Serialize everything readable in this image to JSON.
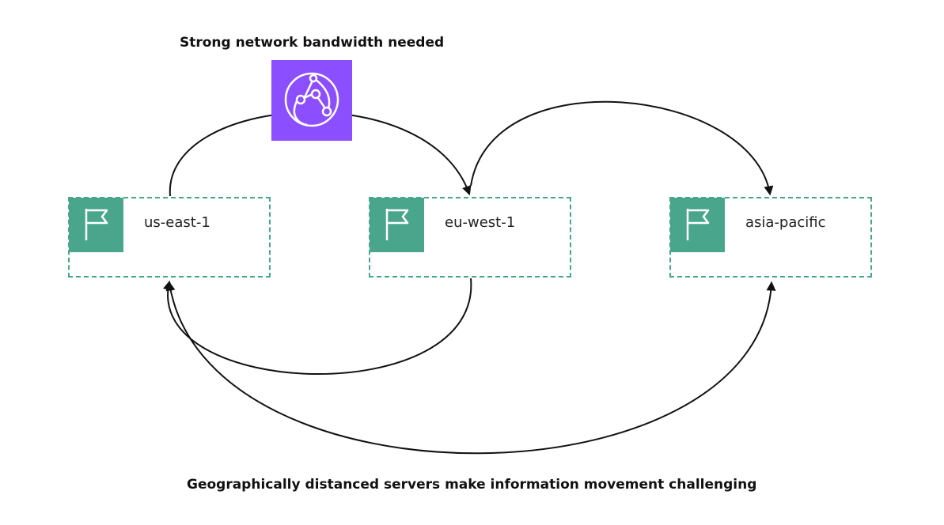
{
  "diagram": {
    "top_caption": "Strong network bandwidth needed",
    "bottom_caption": "Geographically distanced servers make information movement challenging",
    "network_icon": "globe-network-icon",
    "region_icon": "flag-icon",
    "regions": [
      {
        "label": "us-east-1"
      },
      {
        "label": "eu-west-1"
      },
      {
        "label": "asia-pacific"
      }
    ],
    "colors": {
      "region_accent": "#4aa58d",
      "network_tile": "#8c4fff",
      "connector": "#111111"
    },
    "connections": [
      {
        "from": "us-east-1",
        "via": "Strong network bandwidth needed",
        "to": "eu-west-1"
      },
      {
        "from": "eu-west-1",
        "to": "asia-pacific"
      },
      {
        "from": "eu-west-1",
        "to": "us-east-1"
      },
      {
        "from": "asia-pacific",
        "to": "us-east-1",
        "bidirectional": true
      }
    ]
  }
}
